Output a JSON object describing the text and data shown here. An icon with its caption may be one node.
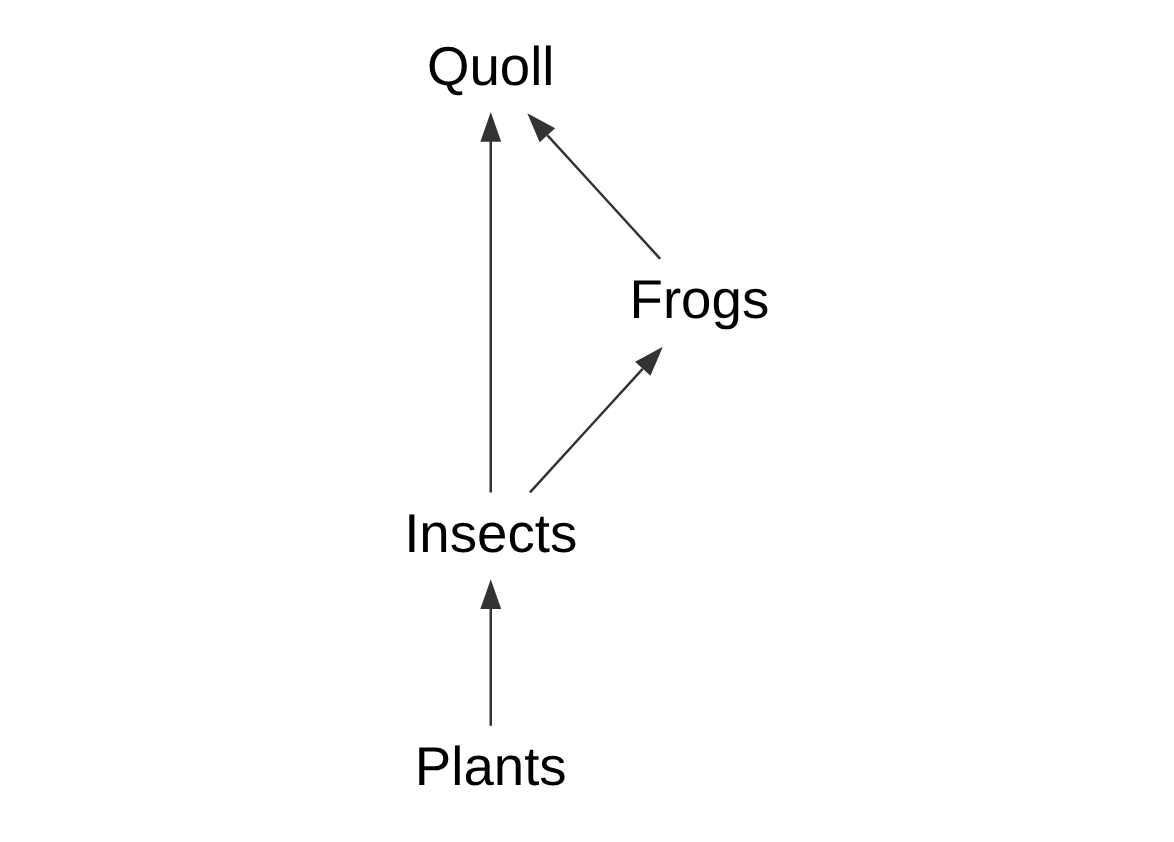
{
  "diagram": {
    "nodes": [
      {
        "text": [
          "Quoll"
        ]
      },
      {
        "text": [
          "Frogs"
        ]
      },
      {
        "text": [
          "Insects"
        ]
      },
      {
        "text": [
          "Plants"
        ]
      }
    ],
    "edges": [
      {
        "from": 3,
        "to": 2,
        "arrow": "to"
      },
      {
        "from": 2,
        "to": 0,
        "arrow": "to"
      },
      {
        "from": 2,
        "to": 1,
        "arrow": "to"
      },
      {
        "from": 1,
        "to": 0,
        "arrow": "to"
      }
    ]
  }
}
